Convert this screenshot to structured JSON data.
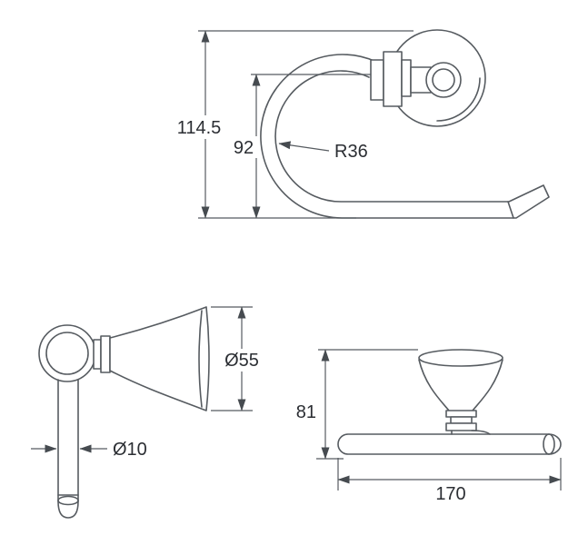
{
  "drawing": {
    "title": "towel-ring-technical-drawing",
    "line_color": "#565b60",
    "text_color": "#2b2e33",
    "background": "#ffffff",
    "front_view": {
      "overall_height": "114.5",
      "inner_height": "92",
      "bend_radius": "R36"
    },
    "side_view": {
      "flange_diameter": "Ø55",
      "rod_diameter": "Ø10"
    },
    "plan_view": {
      "projection_depth": "81",
      "overall_length": "170"
    }
  }
}
